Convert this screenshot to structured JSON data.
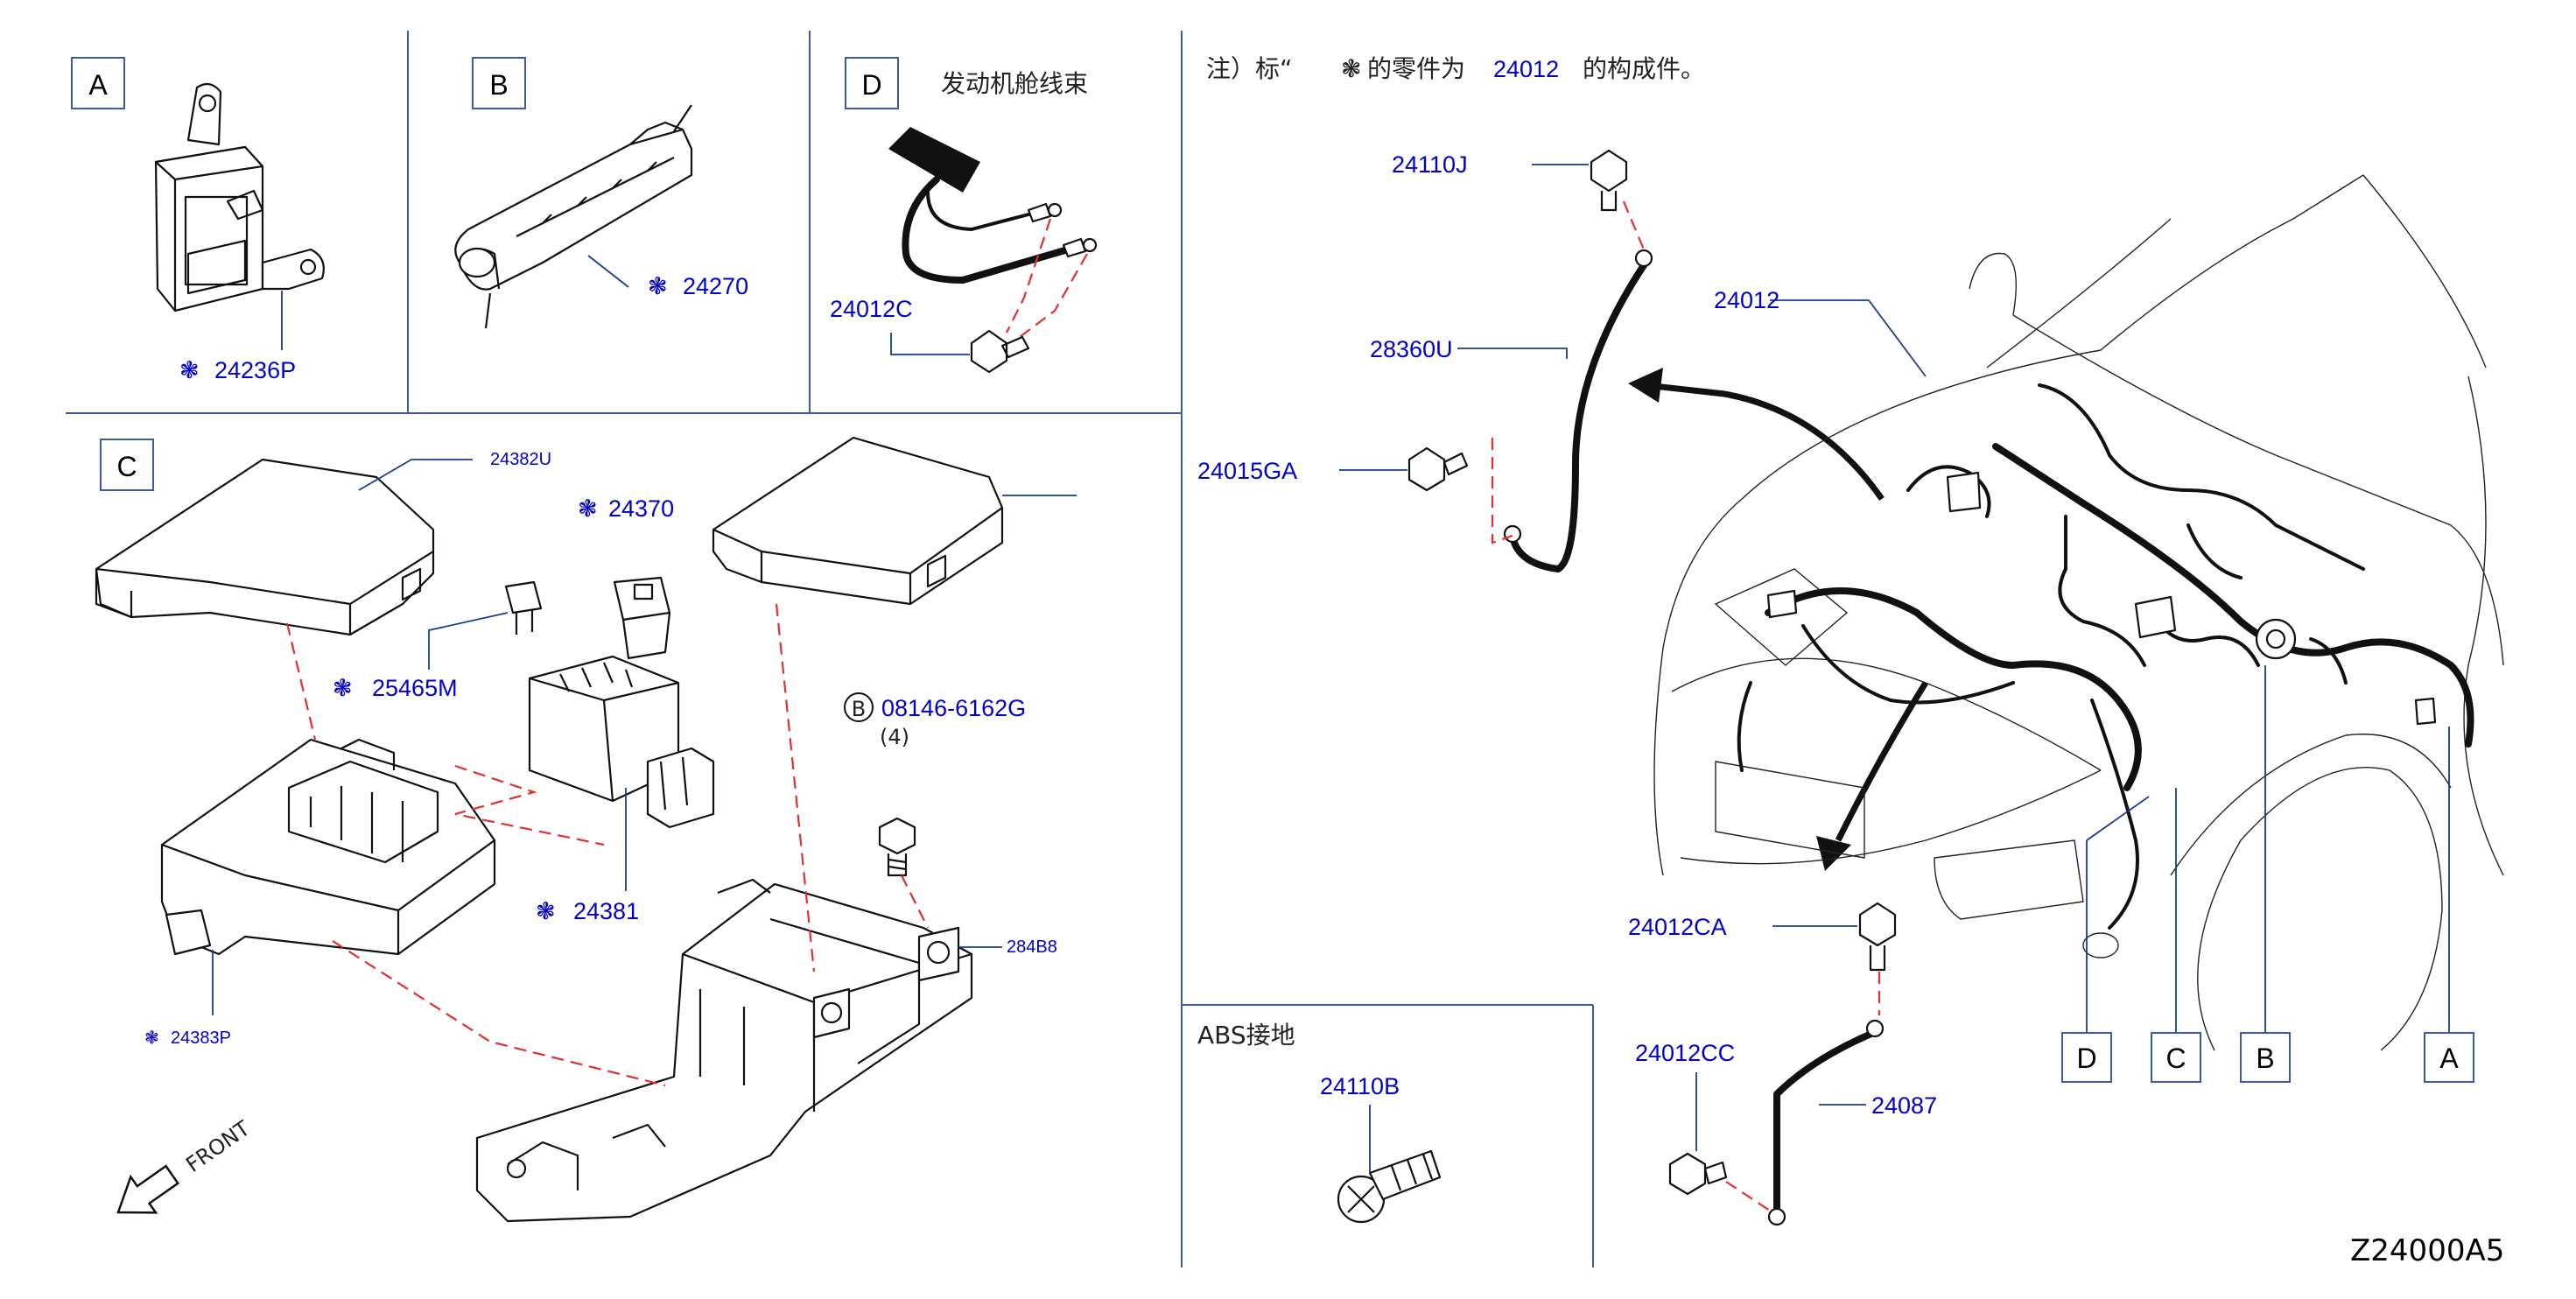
{
  "note": {
    "prefix": "注）标“",
    "middle": "的零件为",
    "part": "24012",
    "suffix": "的构成件。"
  },
  "panels": {
    "A": {
      "letter": "A",
      "parts": [
        {
          "label": "24236P",
          "marked": true
        }
      ]
    },
    "B": {
      "letter": "B",
      "parts": [
        {
          "label": "24270",
          "marked": true
        }
      ]
    },
    "D": {
      "letter": "D",
      "title": "发动机舱线束",
      "parts": [
        {
          "label": "24012C",
          "marked": false
        }
      ]
    },
    "C": {
      "letter": "C",
      "parts": [
        {
          "label": "24382U",
          "marked": false
        },
        {
          "label": "24370",
          "marked": true
        },
        {
          "label": "25465M",
          "marked": true
        },
        {
          "label": "08146-6162G",
          "marked": false,
          "circled_prefix": "B",
          "qty": "(4)"
        },
        {
          "label": "24381",
          "marked": true
        },
        {
          "label": "284B8",
          "marked": false
        },
        {
          "label": "24383P",
          "marked": true
        }
      ],
      "front_label": "FRONT"
    },
    "main": {
      "parts": [
        "24110J",
        "28360U",
        "24015GA",
        "24012",
        "24012CA",
        "24012CC",
        "24087"
      ],
      "callouts": [
        "D",
        "C",
        "B",
        "A"
      ]
    },
    "abs": {
      "title": "ABS接地",
      "parts": [
        "24110B"
      ]
    }
  },
  "diagram_code": "Z24000A5",
  "colors": {
    "label": "#0000cc",
    "divider": "#3b5aa8",
    "dashed_line": "#e03030",
    "line": "#111111"
  },
  "icons": {
    "mark": "star-mark-icon",
    "front_arrow": "front-arrow-icon"
  }
}
